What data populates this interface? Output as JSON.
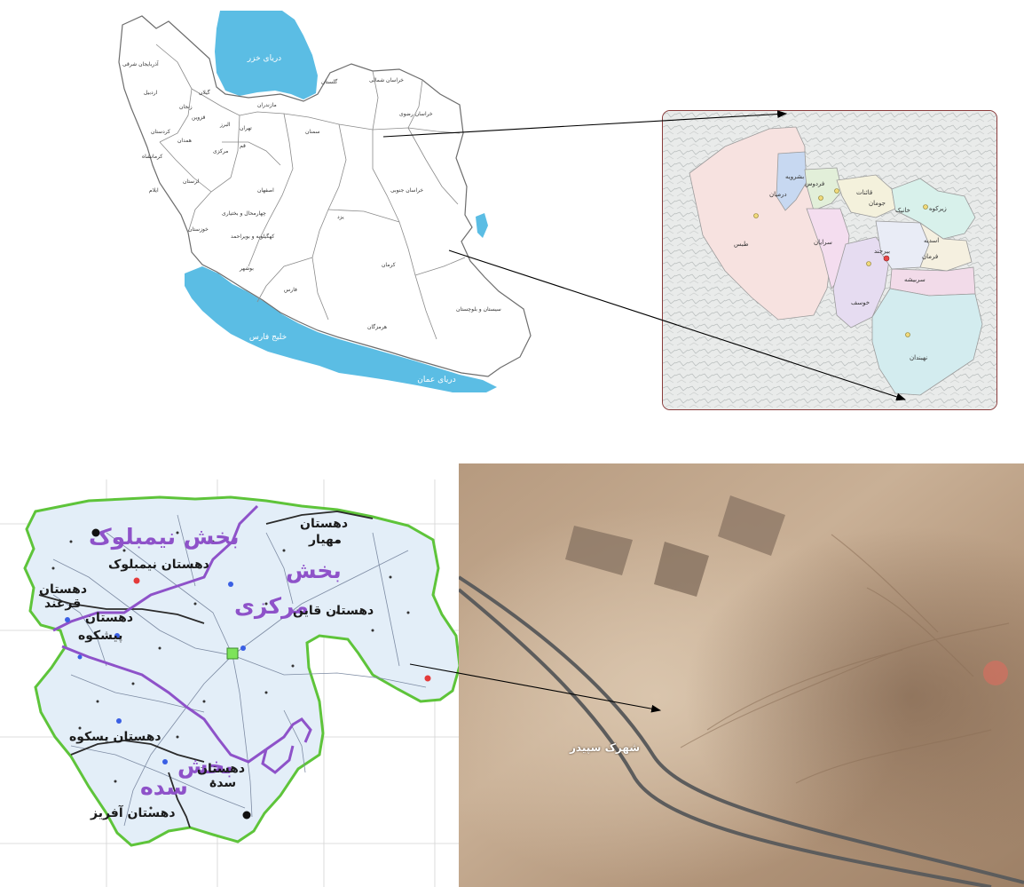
{
  "iran": {
    "seas": {
      "caspian": "دریای خزر",
      "persian_gulf": "خلیج فارس",
      "oman_sea": "دریای عمان"
    },
    "provinces": [
      "آذربایجان شرقی",
      "اردبیل",
      "زنجان",
      "قزوین",
      "گیلان",
      "مازندران",
      "تهران",
      "البرز",
      "قم",
      "مرکزی",
      "همدان",
      "کردستان",
      "کرمانشاه",
      "ایلام",
      "لرستان",
      "اصفهان",
      "خوزستان",
      "چهارمحال و بختیاری",
      "کهگیلویه و بویراحمد",
      "فارس",
      "بوشهر",
      "سمنان",
      "خراسان شمالی",
      "خراسان رضوی",
      "خراسان جنوبی",
      "یزد",
      "کرمان",
      "هرمزگان",
      "سیستان و بلوچستان",
      "گلستان"
    ],
    "colors": {
      "water": "#5bbde4",
      "land": "#ffffff",
      "border": "#6d6d6d"
    }
  },
  "province": {
    "counties": [
      "بشرویه",
      "فردوس",
      "درمیان",
      "قائنات",
      "سرایان",
      "زیرکوه",
      "خوسف",
      "نهبندان",
      "طبس",
      "سربیشه",
      "بیرجند",
      "خانیک",
      "اسدیه",
      "فرمان",
      "جومان"
    ],
    "frame_color": "#8a3b3b"
  },
  "county": {
    "sections": {
      "nimbolook": "بخش نیمبلوک",
      "markazi_1": "بخش",
      "markazi_2": "مرکزی",
      "sedeh_1": "بخش",
      "sedeh_2": "سده"
    },
    "rural_districts": {
      "mahyar_1": "دهستان",
      "mahyar_2": "مهیار",
      "nimbolook": "دهستان نیمبلوک",
      "gholeh_1": "دهستان",
      "gholeh_2": "قرغند",
      "dehestan": "دهستان",
      "pishkuh": "پیشکوه",
      "ghaen": "دهستان قاین",
      "pasakuh": "دهستان پسکوه",
      "sedeh_1": "دهستان",
      "sedeh_2": "سده",
      "afriz": "دهستان آفریز"
    },
    "colors": {
      "fill": "#e3eef8",
      "outline": "#5ec43a",
      "section_line": "#8e52c9"
    }
  },
  "satellite": {
    "place_label": "شهرک سپیدر"
  }
}
